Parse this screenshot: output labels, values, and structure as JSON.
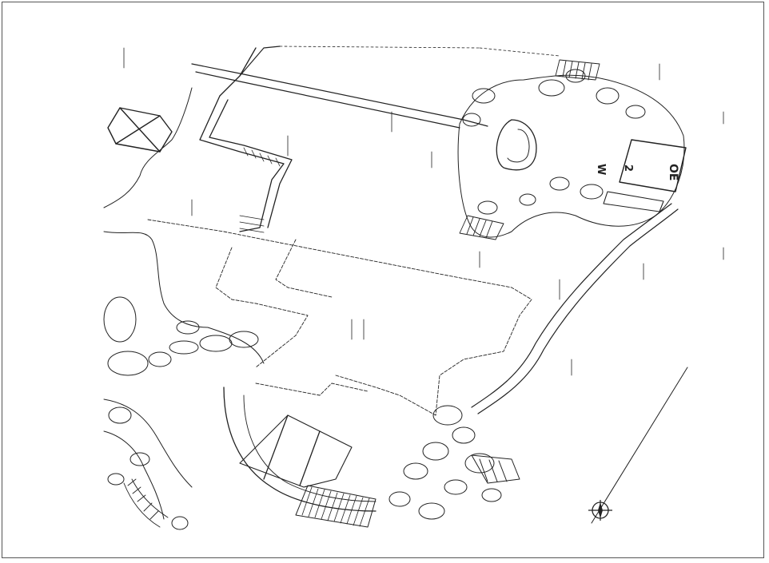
{
  "colors": {
    "ink": "#222222",
    "paper": "#ffffff",
    "frame": "#555555"
  },
  "labels": {
    "rotated_code_a": "OE",
    "rotated_code_b": "W",
    "rotated_code_c": "2"
  },
  "icons": [
    "north-arrow-icon"
  ]
}
